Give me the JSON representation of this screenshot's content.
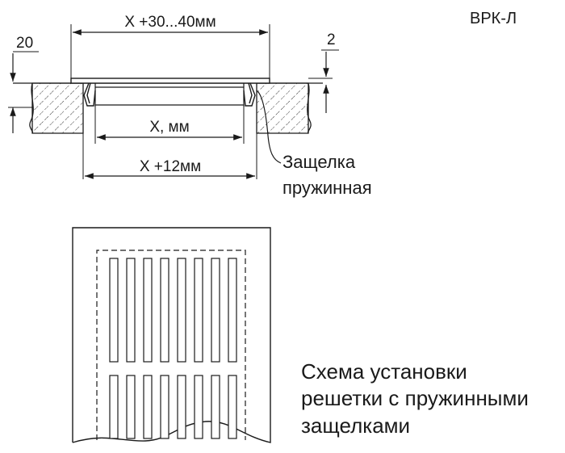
{
  "model_label": "ВРК-Л",
  "dimensions": {
    "outer_width": "X +30...40мм",
    "inner_width": "X, мм",
    "opening_width": "X +12мм",
    "wall_thickness": "20",
    "frame_thickness": "2"
  },
  "callout": {
    "line1": "Защелка",
    "line2": "пружинная"
  },
  "caption": {
    "line1": "Схема установки",
    "line2": "решетки с пружинными",
    "line3": "защелками"
  },
  "colors": {
    "ink": "#1a1a1a",
    "background": "#ffffff"
  }
}
